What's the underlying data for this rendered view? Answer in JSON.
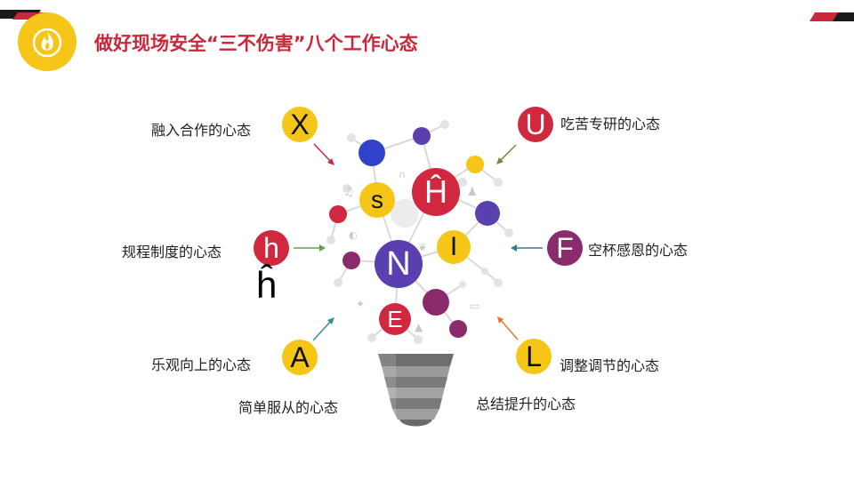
{
  "title": "做好现场安全“三不伤害”八个工作心态",
  "logo": {
    "icon": "flame-icon",
    "bg": "#f5c518"
  },
  "colors": {
    "red": "#d0283e",
    "yellow": "#f5c518",
    "purple": "#5a3fae",
    "plum": "#8a2c6c",
    "blue": "#3042c8",
    "accent_bar": "#c8283a"
  },
  "labels": {
    "top_left": "融入合作的心态",
    "top_right": "吃苦专研的心态",
    "mid_left": "规程制度的心态",
    "mid_right": "空杯感恩的心态",
    "bottom_left": "乐观向上的心态",
    "bottom_right": "调整调节的心态",
    "bottom_center_left": "简单服从的心态",
    "bottom_center_right": "总结提升的心态"
  },
  "letters": {
    "x": "X",
    "u": "U",
    "h_red": "h",
    "f": "F",
    "a": "A",
    "l": "L",
    "s": "s",
    "h_hat": "Ĥ",
    "i": "I",
    "n": "N",
    "e": "E",
    "h_extra": "ĥ"
  },
  "bulb_icons": [
    "music-icon",
    "headphone-icon",
    "person-icon",
    "tree-icon",
    "car-icon",
    "leaf-icon",
    "puzzle-icon",
    "bulb-icon"
  ]
}
